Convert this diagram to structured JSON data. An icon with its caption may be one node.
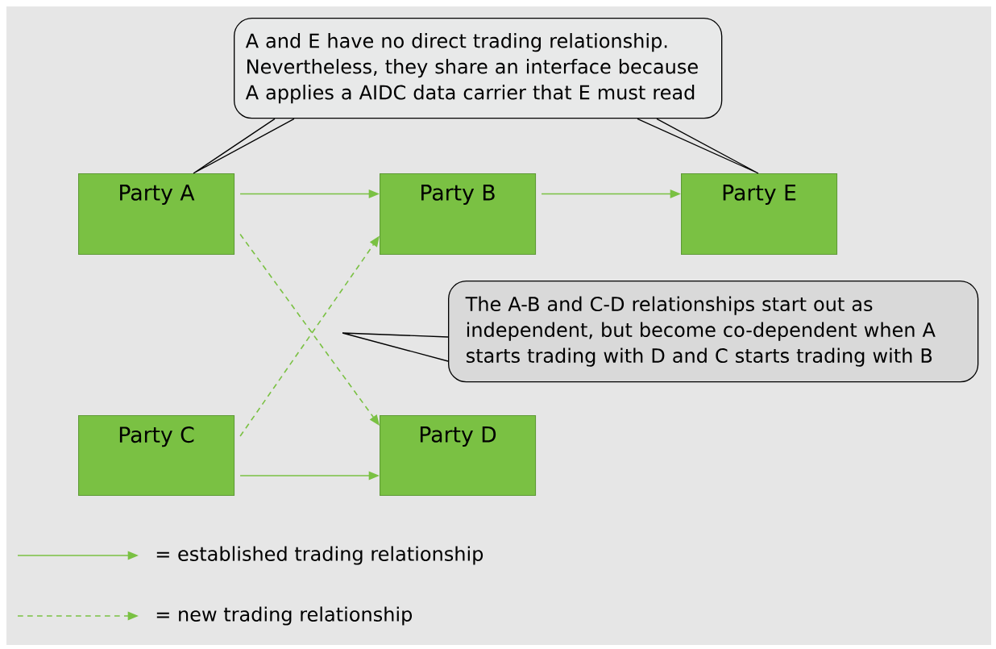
{
  "diagram": {
    "nodes": [
      {
        "text": [
          "A and E have no direct trading relationship. Nevertheless, they share an interface because A applies a AIDC data carrier that E must read"
        ]
      },
      {
        "text": [
          "Party A"
        ]
      },
      {
        "text": [
          "Party B"
        ]
      },
      {
        "text": [
          "Party E"
        ]
      },
      {
        "text": [
          "The A-B and C-D relationships start out as independent, but become co-dependent when A starts trading with D and C starts trading with B"
        ]
      },
      {
        "text": [
          "Party C"
        ]
      },
      {
        "text": [
          "Party D"
        ]
      }
    ],
    "edges": [
      {
        "from": 1,
        "to": 2,
        "arrow": "to"
      },
      {
        "from": 2,
        "to": 3,
        "arrow": "to"
      },
      {
        "from": 1,
        "to": 6,
        "arrow": "to",
        "style": "dashed"
      },
      {
        "from": 5,
        "to": 2,
        "arrow": "to",
        "style": "dashed"
      },
      {
        "from": 5,
        "to": 6,
        "arrow": "to"
      },
      {
        "from": 0,
        "to": 1,
        "arrow": "none",
        "color": "#000000"
      },
      {
        "from": 0,
        "to": 3,
        "arrow": "none",
        "color": "#000000"
      },
      {
        "from": 4,
        "to": null,
        "arrow": "none",
        "color": "#000000"
      }
    ],
    "legend": [
      {
        "text": "= established trading relationship"
      },
      {
        "text": "= new trading relationship"
      }
    ]
  }
}
